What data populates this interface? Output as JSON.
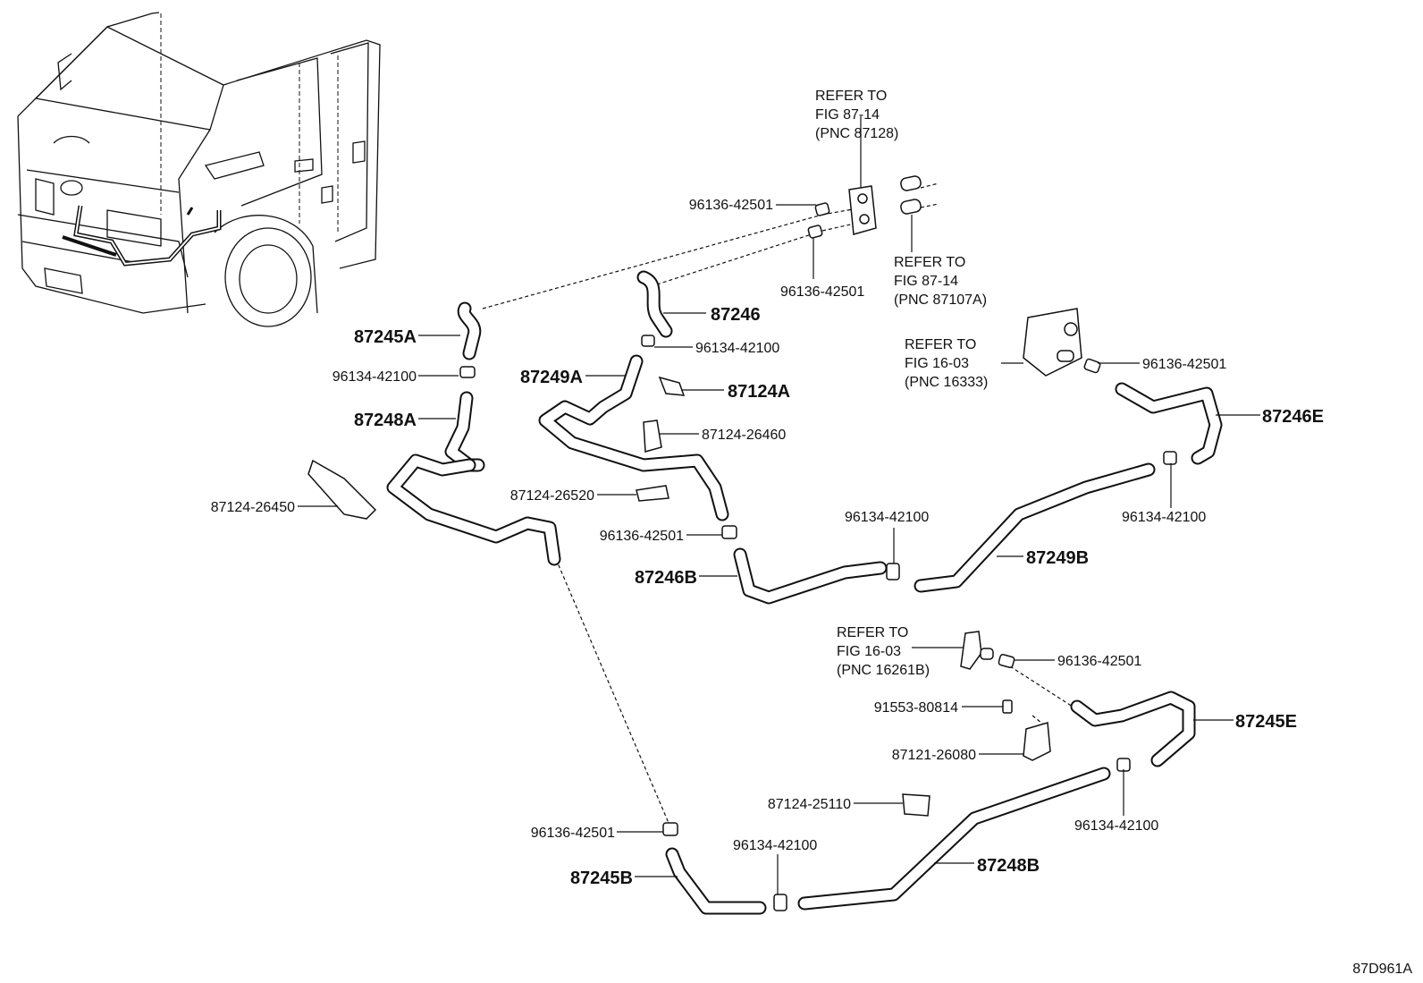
{
  "diagram_id": "87D961A",
  "refs": [
    {
      "line1": "REFER TO",
      "line2": "FIG 87-14",
      "line3": "(PNC 87128)"
    },
    {
      "line1": "REFER TO",
      "line2": "FIG 87-14",
      "line3": "(PNC 87107A)"
    },
    {
      "line1": "REFER TO",
      "line2": "FIG 16-03",
      "line3": "(PNC 16333)"
    },
    {
      "line1": "REFER TO",
      "line2": "FIG 16-03",
      "line3": "(PNC 16261B)"
    }
  ],
  "labels": {
    "p96136_a": "96136-42501",
    "p96136_b": "96136-42501",
    "p87246": "87246",
    "p96134_a": "96134-42100",
    "p87245A": "87245A",
    "p96134_b": "96134-42100",
    "p87249A": "87249A",
    "p87124A": "87124A",
    "p87248A": "87248A",
    "p87124_26460": "87124-26460",
    "p96136_c": "96136-42501",
    "p87246E": "87246E",
    "p87124_26450": "87124-26450",
    "p87124_26520": "87124-26520",
    "p96134_c": "96134-42100",
    "p96134_d": "96134-42100",
    "p96136_d": "96136-42501",
    "p87249B": "87249B",
    "p87246B": "87246B",
    "p96136_e": "96136-42501",
    "p91553": "91553-80814",
    "p87245E": "87245E",
    "p87121": "87121-26080",
    "p87124_25110": "87124-25110",
    "p96134_e": "96134-42100",
    "p96136_f": "96136-42501",
    "p96134_f": "96134-42100",
    "p87248B": "87248B",
    "p87245B": "87245B"
  }
}
